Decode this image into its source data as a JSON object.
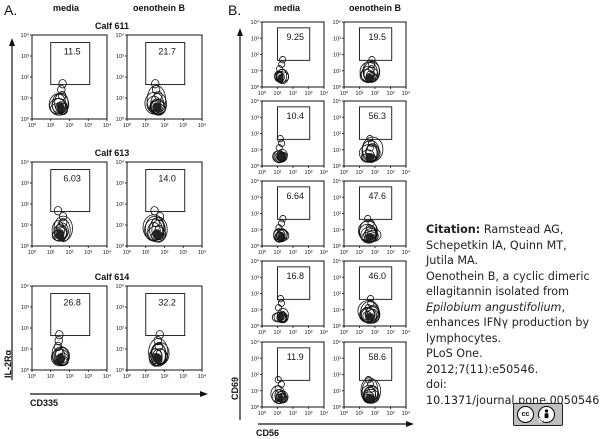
{
  "panel_a": {
    "label": "A.",
    "columns": [
      "media",
      "oenothein B"
    ],
    "rows": [
      {
        "name": "Calf 611",
        "values": [
          "11.5",
          "21.7"
        ]
      },
      {
        "name": "Calf 613",
        "values": [
          "6.03",
          "14.0"
        ]
      },
      {
        "name": "Calf 614",
        "values": [
          "26.8",
          "32.2"
        ]
      }
    ],
    "y_axis_label": "IL-2Rα",
    "x_axis_label": "CD335"
  },
  "panel_b": {
    "label": "B.",
    "columns": [
      "media",
      "oenothein B"
    ],
    "rows": [
      {
        "values": [
          "9.25",
          "19.5"
        ]
      },
      {
        "values": [
          "10.4",
          "56.3"
        ]
      },
      {
        "values": [
          "6.64",
          "47.6"
        ]
      },
      {
        "values": [
          "16.8",
          "46.0"
        ]
      },
      {
        "values": [
          "11.9",
          "58.6"
        ]
      }
    ],
    "y_axis_label": "CD69",
    "x_axis_label": "CD56"
  },
  "axis_ticks": {
    "y": [
      "10⁰",
      "10¹",
      "10²",
      "10³",
      "10⁴"
    ],
    "x": [
      "10⁰",
      "10¹",
      "10²",
      "10³",
      "10⁴"
    ]
  },
  "citation": {
    "label": "Citation:",
    "authors": "Ramstead AG, Schepetkin IA, Quinn MT, Jutila MA.",
    "title_pre": "Oenothein B, a cyclic dimeric ellagitannin isolated from ",
    "title_italic": "Epilobium angustifolium",
    "title_post": ", enhances IFNγ production by lymphocytes.",
    "journal": "PLoS One. 2012;7(11):e50546.",
    "doi_label": "doi:",
    "doi": "10.1371/journal.pone.0050546."
  },
  "license_badge": {
    "cc": "cc",
    "by": "BY"
  }
}
